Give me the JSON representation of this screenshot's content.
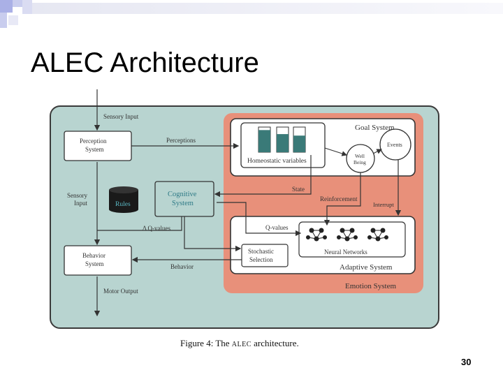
{
  "slide": {
    "title": "ALEC Architecture",
    "page_number": "30"
  },
  "caption": {
    "prefix": "Figure 4: The",
    "name": "ALEC",
    "suffix": "architecture."
  },
  "diagram": {
    "inputs": {
      "sensory_input_top": "Sensory Input",
      "sensory_input_side_1": "Sensory",
      "sensory_input_side_2": "Input",
      "motor_output": "Motor Output"
    },
    "perception_system": {
      "line1": "Perception",
      "line2": "System"
    },
    "behavior_system": {
      "line1": "Behavior",
      "line2": "System"
    },
    "cognitive_system": {
      "line1": "Cognitive",
      "line2": "System"
    },
    "rules": "Rules",
    "goal_system": {
      "label": "Goal System",
      "homeostatic": "Homeostatic variables",
      "events": "Events",
      "well_being_1": "Well",
      "well_being_2": "Being"
    },
    "adaptive_system": {
      "label": "Adaptive System",
      "neural_networks": "Neural Networks",
      "stochastic_1": "Stochastic",
      "stochastic_2": "Selection",
      "q_values": "Q-values"
    },
    "emotion_system": "Emotion System",
    "flows": {
      "perceptions": "Perceptions",
      "behavior": "Behavior",
      "delta_q": "Δ Q-values",
      "state": "State",
      "reinforcement": "Reinforcement",
      "interrupt": "Interrupt"
    },
    "homeostatic_levels": [
      0.88,
      0.72,
      0.66
    ],
    "colors": {
      "outer_bg": "#b8d4d0",
      "emotion_bg": "#e8907a",
      "box_fill": "#ffffff",
      "cognitive_text": "#2e7a86",
      "cylinder": "#1a1a1a",
      "rules_text": "#5bb8c4",
      "bar_fill": "#3a7a78"
    }
  }
}
